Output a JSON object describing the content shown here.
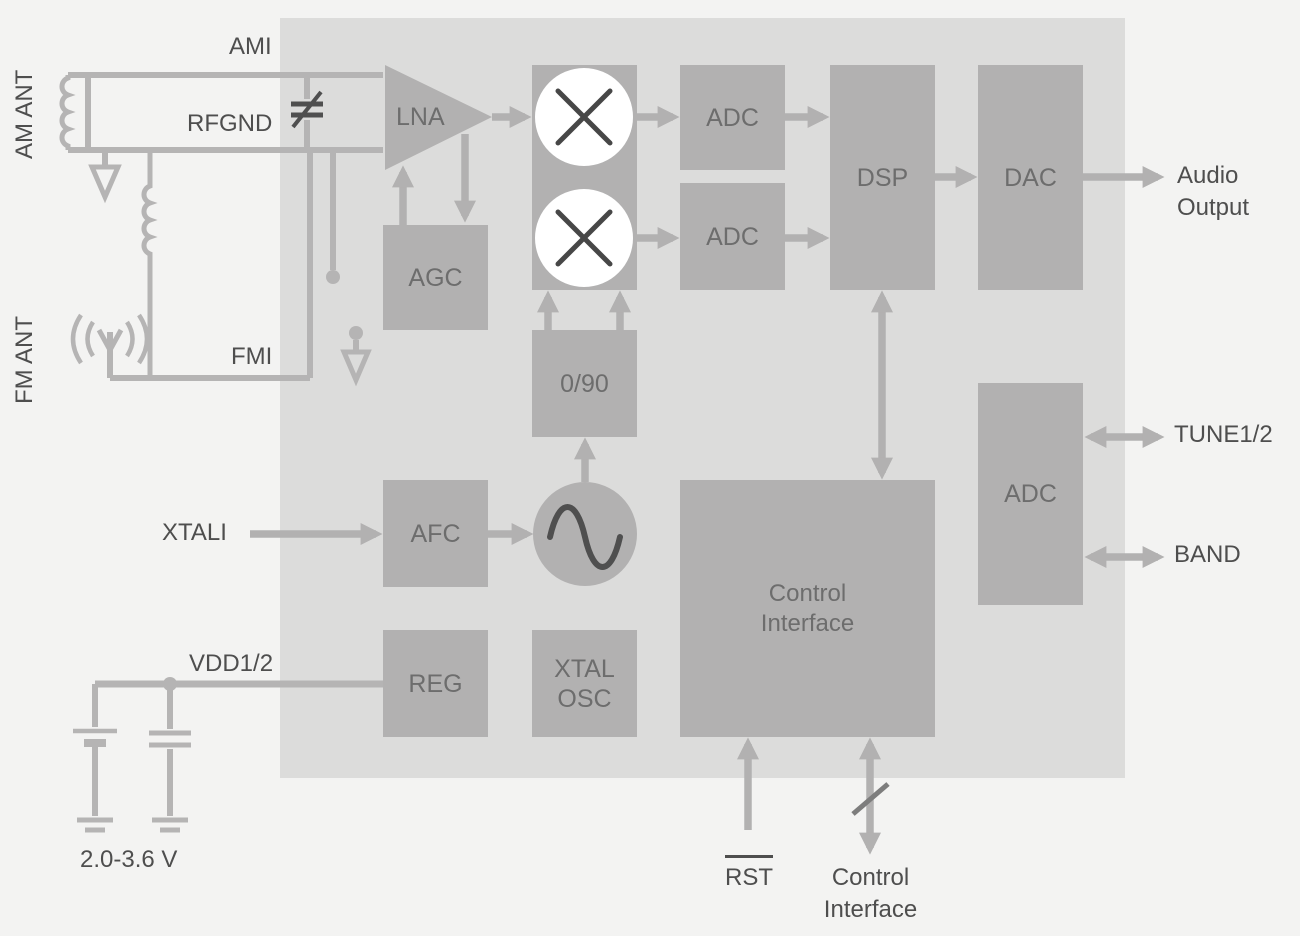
{
  "colors": {
    "background": "#f3f3f2",
    "chip": "#dcdcdb",
    "block": "#b2b1b1",
    "wire": "#b5b4b4",
    "symbol_dark": "#4f4f4f",
    "label_text": "#4e4e4e",
    "block_text": "#6d6d6d",
    "mixer_circle": "#ffffff"
  },
  "blocks": {
    "lna": {
      "label": "LNA"
    },
    "agc": {
      "label": "AGC"
    },
    "adc_i": {
      "label": "ADC"
    },
    "adc_q": {
      "label": "ADC"
    },
    "dsp": {
      "label": "DSP"
    },
    "dac": {
      "label": "DAC"
    },
    "quadrature": {
      "label": "0/90"
    },
    "afc": {
      "label": "AFC"
    },
    "control_interface": {
      "line1": "Control",
      "line2": "Interface"
    },
    "adc_aux": {
      "label": "ADC"
    },
    "reg": {
      "label": "REG"
    },
    "xtal_osc": {
      "line1": "XTAL",
      "line2": "OSC"
    }
  },
  "pins": {
    "am_ant": "AM ANT",
    "fm_ant": "FM ANT",
    "ami": "AMI",
    "rfgnd": "RFGND",
    "fmi": "FMI",
    "xtali": "XTALI",
    "vdd": "VDD1/2",
    "supply_range": "2.0-3.6 V",
    "rst": "RST",
    "control_line1": "Control",
    "control_line2": "Interface",
    "audio_line1": "Audio",
    "audio_line2": "Output",
    "tune": "TUNE1/2",
    "band": "BAND"
  }
}
